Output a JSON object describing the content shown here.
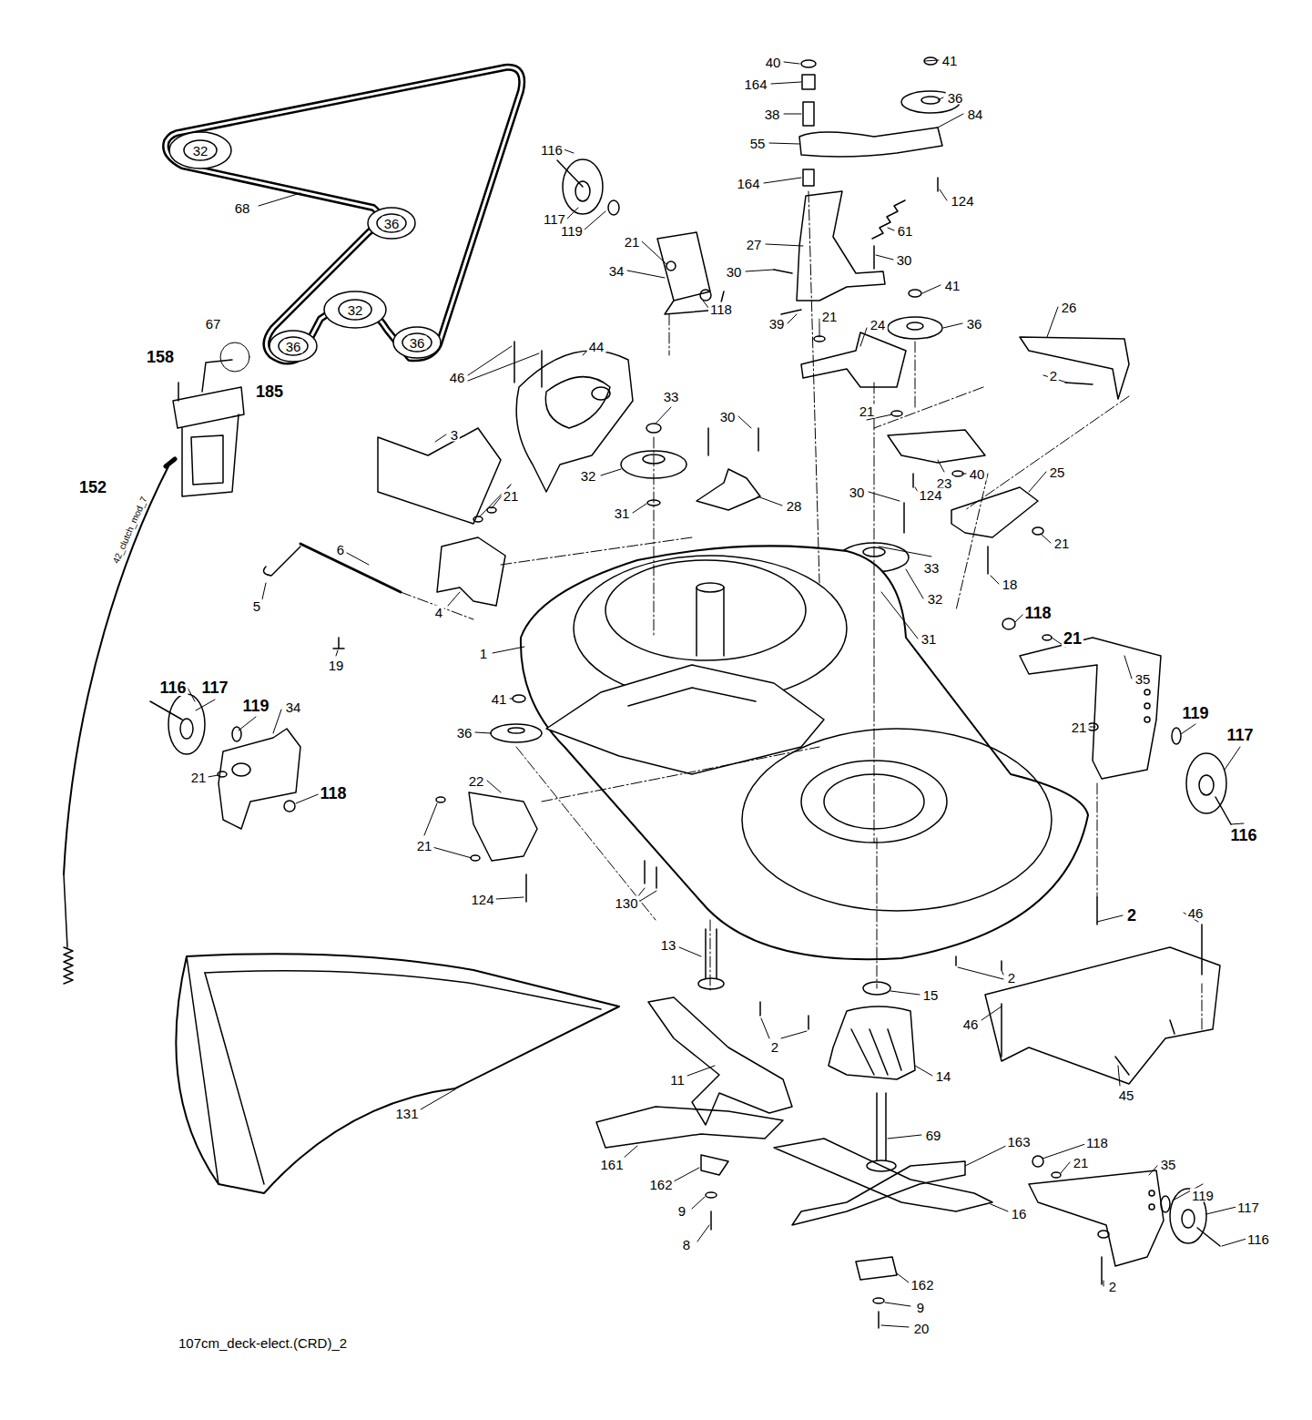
{
  "diagram": {
    "caption": "107cm_deck-elect.(CRD)_2",
    "labels": [
      "32",
      "68",
      "36",
      "67",
      "32",
      "36",
      "36",
      "158",
      "185",
      "152",
      "42_clutch_mod_7",
      "116",
      "117",
      "119",
      "21",
      "34",
      "118",
      "40",
      "41",
      "164",
      "36",
      "38",
      "84",
      "55",
      "164",
      "124",
      "61",
      "27",
      "30",
      "30",
      "41",
      "26",
      "21",
      "39",
      "24",
      "36",
      "46",
      "44",
      "2",
      "33",
      "21",
      "30",
      "3",
      "40",
      "25",
      "32",
      "23",
      "30",
      "124",
      "21",
      "28",
      "31",
      "21",
      "6",
      "33",
      "18",
      "32",
      "5",
      "4",
      "118",
      "31",
      "21",
      "1",
      "19",
      "35",
      "116",
      "117",
      "41",
      "119",
      "34",
      "119",
      "21",
      "36",
      "117",
      "21",
      "22",
      "118",
      "116",
      "21",
      "124",
      "130",
      "46",
      "2",
      "13",
      "2",
      "15",
      "46",
      "2",
      "14",
      "11",
      "45",
      "131",
      "69",
      "163",
      "118",
      "21",
      "161",
      "35",
      "162",
      "119",
      "117",
      "9",
      "16",
      "116",
      "8",
      "162",
      "2",
      "9",
      "20"
    ]
  }
}
